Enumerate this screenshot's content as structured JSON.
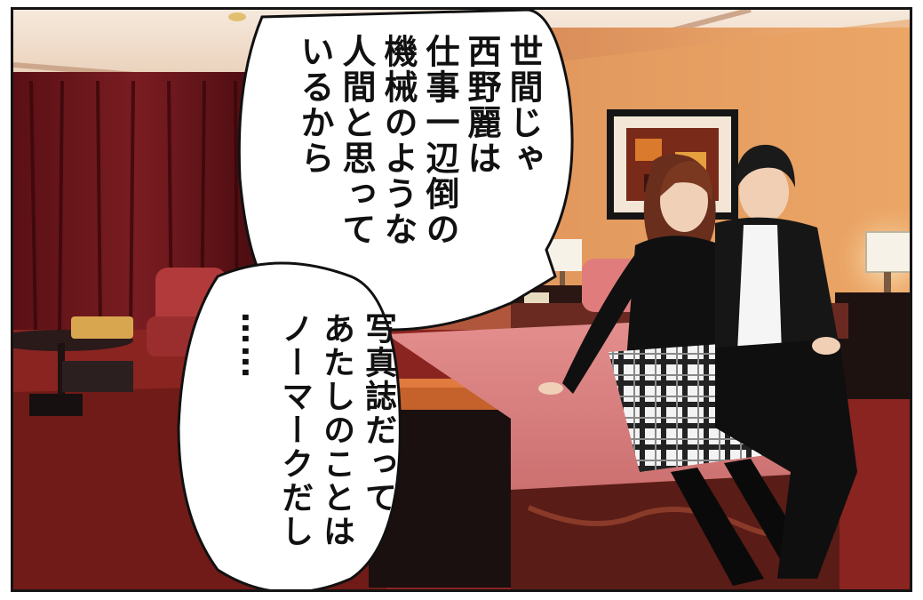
{
  "panel": {
    "bubble_top": {
      "lines": [
        "世間じゃ",
        "西野麗は",
        "仕事一辺倒の",
        "機械のような",
        "人間と思って",
        "いるから"
      ]
    },
    "bubble_bottom": {
      "lines": [
        "写真誌だって",
        "あたしのことは",
        "ノーマークだし",
        "……"
      ]
    }
  }
}
